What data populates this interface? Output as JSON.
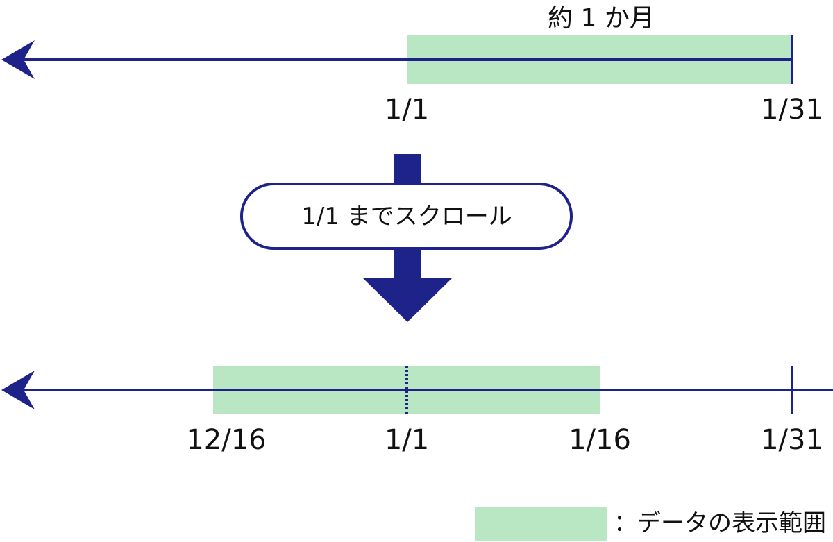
{
  "colors": {
    "axis": "#1e2389",
    "range_fill": "#b9e6c3",
    "pill_fill": "#ffffff",
    "text": "#111111"
  },
  "top_timeline": {
    "span_label": "約 1 か月",
    "start_label": "1/1",
    "end_label": "1/31"
  },
  "scroll_step": {
    "label": "1/1 までスクロール",
    "arrow_icon": "down-arrow-icon"
  },
  "bottom_timeline": {
    "range_start_label": "12/16",
    "marker_label": "1/1",
    "range_end_label": "1/16",
    "end_label": "1/31"
  },
  "legend": {
    "label": "：データの表示範囲"
  }
}
